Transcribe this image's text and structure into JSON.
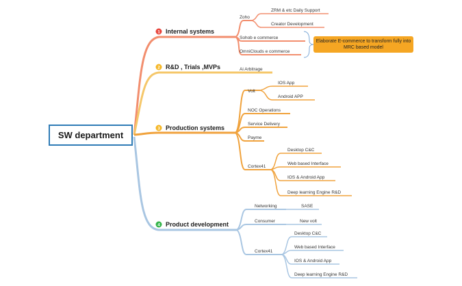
{
  "root": {
    "label": "SW department"
  },
  "colors": {
    "internal": "#f28e6e",
    "rnd": "#f5c76a",
    "production": "#f0a23c",
    "product": "#a9c6e2",
    "root_border": "#2e7bb6",
    "callout_bg": "#f5a623"
  },
  "branches": {
    "internal": {
      "number": "1",
      "label": "Internal systems",
      "zoho": {
        "label": "Zoho",
        "children": [
          "ZRM & etc Daily Support",
          "Creator Development"
        ]
      },
      "sohob": "Sohob e commerce",
      "omni": "OmniClouds e commerce",
      "callout": "Elaborate E-commerce to transform fully into MRC based model"
    },
    "rnd": {
      "number": "2",
      "label": "R&D , Trials ,MVPs",
      "child": "Ai Arbitrage"
    },
    "production": {
      "number": "3",
      "label": "Production systems",
      "volt": {
        "label": "Volt",
        "children": [
          "IOS App",
          "Android APP"
        ]
      },
      "noc": "NOC Operations",
      "service": "Service Delivery",
      "payme": "Payme",
      "cortex": {
        "label": "Cortex41",
        "children": [
          "Desktop C&C",
          "Web based Interface",
          "IOS & Android App",
          "Deep learning Engine R&D"
        ]
      }
    },
    "product": {
      "number": "4",
      "label": "Product development",
      "networking": {
        "label": "Networking",
        "child": "SASE"
      },
      "consumer": {
        "label": "Consumer",
        "child": "New volt"
      },
      "cortex": {
        "label": "Cortex41",
        "children": [
          "Desktop C&C",
          "Web based Interface",
          "IOS & Android App",
          "Deep learning Engine R&D"
        ]
      }
    }
  }
}
